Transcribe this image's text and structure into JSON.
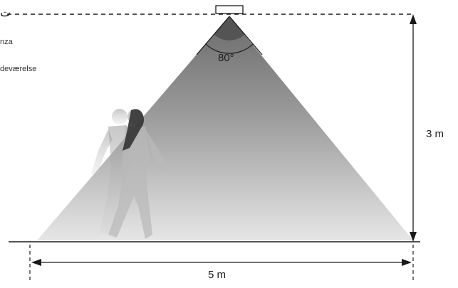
{
  "labels": {
    "top_left_fragment": "ت",
    "side_text_1": "nza",
    "side_text_2": "deværelse"
  },
  "diagram": {
    "sensor_angle": "80°",
    "height_label": "3 m",
    "width_label": "5 m"
  },
  "icons": {
    "sensor": "ceiling-sensor-icon",
    "person": "walking-person-silhouette"
  },
  "colors": {
    "line": "#1a1a1a",
    "cone_top": "#6e6e6e",
    "cone_bottom": "#e4e4e4",
    "angle_fill": "#555555"
  }
}
